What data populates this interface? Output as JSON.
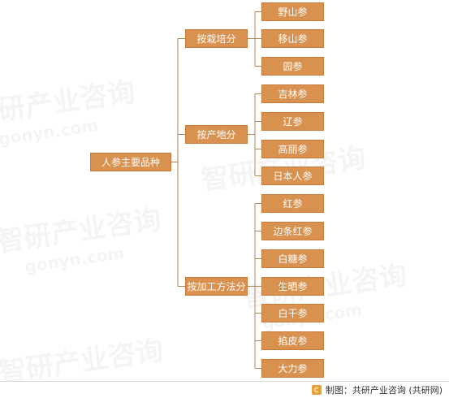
{
  "diagram": {
    "root": "人参主要品种",
    "branches": [
      {
        "label": "按栽培分",
        "leaves": [
          "野山参",
          "移山参",
          "园参"
        ]
      },
      {
        "label": "按产地分",
        "leaves": [
          "吉林参",
          "辽参",
          "高丽参",
          "日本人参"
        ]
      },
      {
        "label": "按加工方法分",
        "leaves": [
          "红参",
          "边条红参",
          "白糖参",
          "生晒参",
          "白干参",
          "掐皮参",
          "大力参"
        ]
      }
    ]
  },
  "watermark": {
    "brand": "智研产业咨询",
    "site": "gonyn.com"
  },
  "footer": {
    "caption": "制图：共研产业咨询 (共研网)"
  },
  "colors": {
    "node_fill": "#d9914f",
    "line": "#b0855a",
    "logo": "#e8a33a"
  },
  "icons": {
    "footer_logo": "gonyn-logo-icon"
  }
}
